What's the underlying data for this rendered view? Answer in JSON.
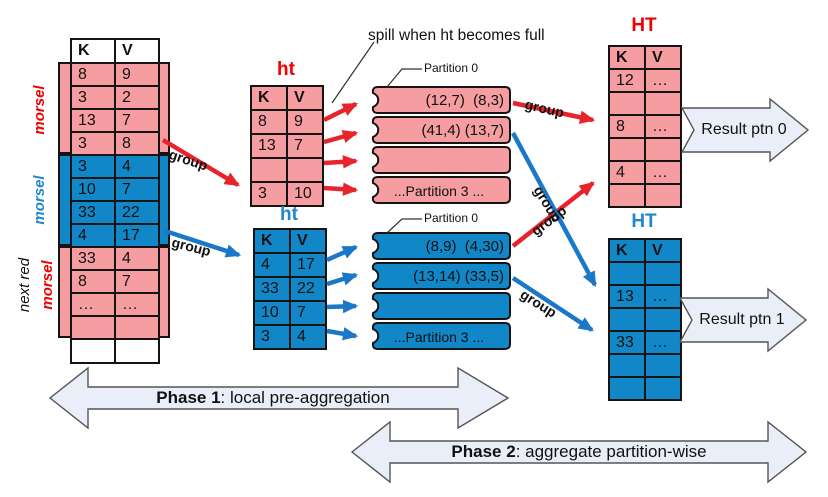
{
  "labels": {
    "spill_note": "spill when ht becomes full",
    "group": "group",
    "next_red": "next red"
  },
  "left_table": {
    "headers": [
      "K",
      "V"
    ],
    "footer": [
      "",
      ""
    ],
    "morsels": [
      {
        "label": "morsel",
        "color": "red",
        "rows": [
          [
            "8",
            "9"
          ],
          [
            "3",
            "2"
          ],
          [
            "13",
            "7"
          ],
          [
            "3",
            "8"
          ]
        ]
      },
      {
        "label": "morsel",
        "color": "blue",
        "rows": [
          [
            "3",
            "4"
          ],
          [
            "10",
            "7"
          ],
          [
            "33",
            "22"
          ],
          [
            "4",
            "17"
          ]
        ]
      },
      {
        "label": "morsel",
        "color": "red",
        "outer_label": "next red",
        "rows": [
          [
            "33",
            "4"
          ],
          [
            "8",
            "7"
          ],
          [
            "…",
            "…"
          ],
          [
            "",
            ""
          ]
        ]
      }
    ]
  },
  "ht_local_red": {
    "title": "ht",
    "headers": [
      "K",
      "V"
    ],
    "rows": [
      [
        "8",
        "9"
      ],
      [
        "13",
        "7"
      ],
      [
        "",
        ""
      ],
      [
        "3",
        "10"
      ]
    ]
  },
  "ht_local_blue": {
    "title": "ht",
    "headers": [
      "K",
      "V"
    ],
    "rows": [
      [
        "4",
        "17"
      ],
      [
        "33",
        "22"
      ],
      [
        "10",
        "7"
      ],
      [
        "3",
        "4"
      ]
    ]
  },
  "spill_red": {
    "label": "Partition 0",
    "strips": [
      "(12,7)  (8,3)",
      "(41,4) (13,7)",
      "",
      "...Partition 3 ..."
    ]
  },
  "spill_blue": {
    "label": "Partition 0",
    "strips": [
      "(8,9)  (4,30)",
      "(13,14) (33,5)",
      "",
      "...Partition 3 ..."
    ]
  },
  "ht_global_red": {
    "title": "HT",
    "headers": [
      "K",
      "V"
    ],
    "rows": [
      [
        "12",
        "…"
      ],
      [
        "",
        ""
      ],
      [
        "8",
        "…"
      ],
      [
        "",
        ""
      ],
      [
        "4",
        "…"
      ],
      [
        "",
        ""
      ]
    ]
  },
  "ht_global_blue": {
    "title": "HT",
    "headers": [
      "K",
      "V"
    ],
    "rows": [
      [
        "",
        ""
      ],
      [
        "13",
        "…"
      ],
      [
        "",
        ""
      ],
      [
        "33",
        "…"
      ],
      [
        "",
        ""
      ],
      [
        "",
        ""
      ]
    ]
  },
  "results": {
    "ptn0": "Result ptn 0",
    "ptn1": "Result ptn 1"
  },
  "phases": {
    "p1_bold": "Phase 1",
    "p1_rest": ": local pre-aggregation",
    "p2_bold": "Phase 2",
    "p2_rest": ": aggregate partition-wise"
  },
  "colors": {
    "pink": "#f59da0",
    "blue": "#1287c7",
    "red_accent": "#e8232b",
    "blue_accent": "#1b78c8",
    "red_title": "#f00000",
    "blue_title": "#1e87cf",
    "block_arrow_fill": "#e9eef8"
  }
}
